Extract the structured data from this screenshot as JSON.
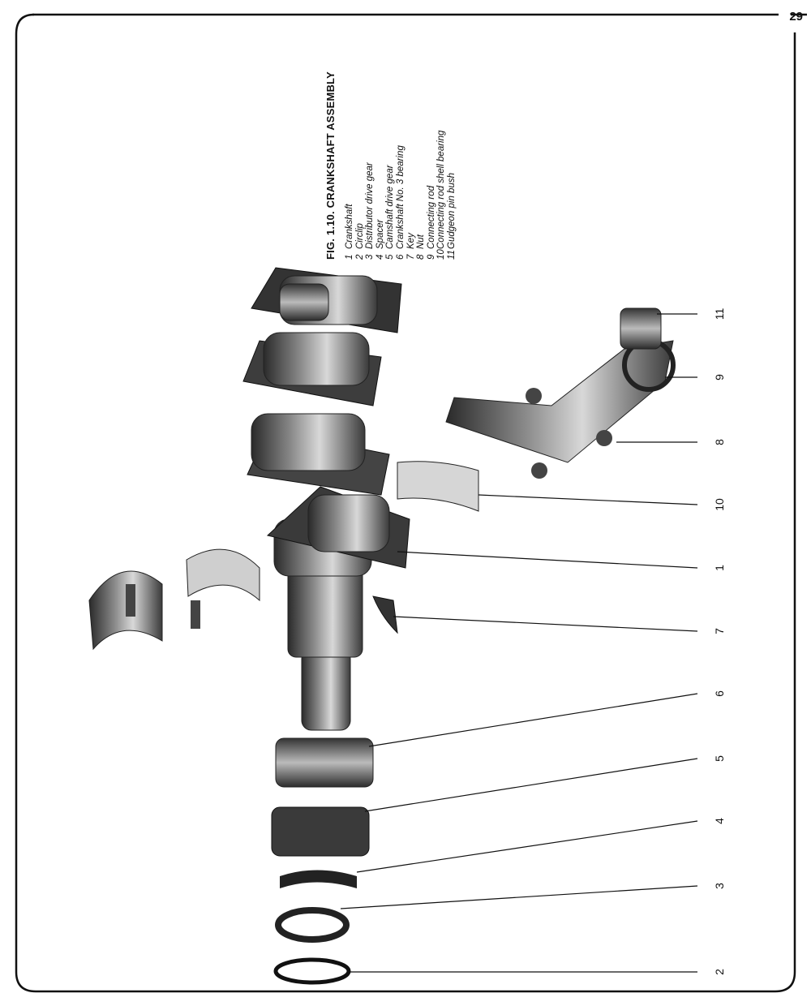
{
  "page": {
    "number": "29"
  },
  "figure": {
    "title": "FIG. 1.10. CRANKSHAFT ASSEMBLY",
    "legend": [
      {
        "num": "1",
        "label": "Crankshaft"
      },
      {
        "num": "2",
        "label": "Circlip"
      },
      {
        "num": "3",
        "label": "Distributor drive gear"
      },
      {
        "num": "4",
        "label": "Spacer"
      },
      {
        "num": "5",
        "label": "Camshaft drive gear"
      },
      {
        "num": "6",
        "label": "Crankshaft No. 3 bearing"
      },
      {
        "num": "7",
        "label": "Key"
      },
      {
        "num": "8",
        "label": "Nut"
      },
      {
        "num": "9",
        "label": "Connecting rod"
      },
      {
        "num": "10",
        "label": "Connecting rod shell bearing"
      },
      {
        "num": "11",
        "label": "Gudgeon pin bush"
      }
    ],
    "callouts": [
      "2",
      "3",
      "4",
      "5",
      "6",
      "7",
      "1",
      "10",
      "8",
      "9",
      "11"
    ]
  }
}
